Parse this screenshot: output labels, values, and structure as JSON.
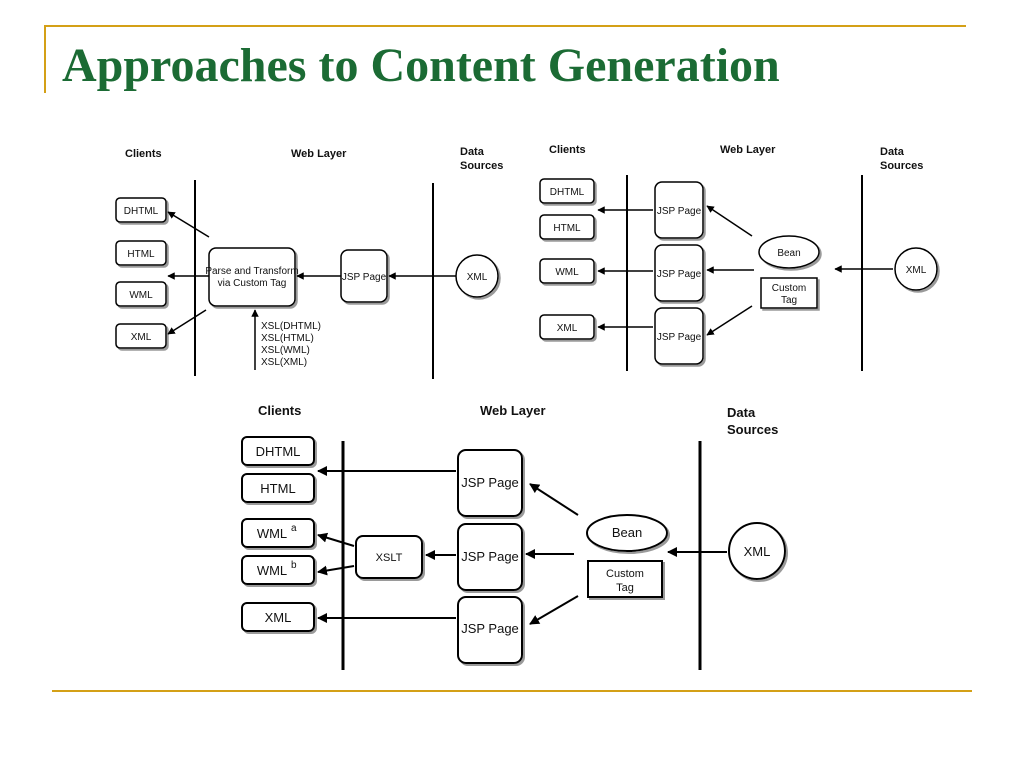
{
  "slide": {
    "title": "Approaches to Content Generation"
  },
  "diagram1": {
    "header_clients": "Clients",
    "header_web_layer": "Web Layer",
    "header_data_sources_1": "Data",
    "header_data_sources_2": "Sources",
    "clients": [
      "DHTML",
      "HTML",
      "WML",
      "XML"
    ],
    "transform_1": "Parse and Transform",
    "transform_2": "via Custom Tag",
    "jsp": "JSP Page",
    "source": "XML",
    "xsl": [
      "XSL(DHTML)",
      "XSL(HTML)",
      "XSL(WML)",
      "XSL(XML)"
    ]
  },
  "diagram2": {
    "header_clients": "Clients",
    "header_web_layer": "Web Layer",
    "header_data_sources_1": "Data",
    "header_data_sources_2": "Sources",
    "clients": [
      "DHTML",
      "HTML",
      "WML",
      "XML"
    ],
    "jsp": [
      "JSP Page",
      "JSP Page",
      "JSP Page"
    ],
    "bean": "Bean",
    "custom_tag_1": "Custom",
    "custom_tag_2": "Tag",
    "source": "XML"
  },
  "diagram3": {
    "header_clients": "Clients",
    "header_web_layer": "Web Layer",
    "header_data_sources_1": "Data",
    "header_data_sources_2": "Sources",
    "clients": [
      "DHTML",
      "HTML",
      "WML",
      "WML",
      "XML"
    ],
    "wml_superscripts": [
      "a",
      "b"
    ],
    "xslt": "XSLT",
    "jsp": [
      "JSP Page",
      "JSP Page",
      "JSP Page"
    ],
    "bean": "Bean",
    "custom_tag_1": "Custom",
    "custom_tag_2": "Tag",
    "source": "XML"
  }
}
